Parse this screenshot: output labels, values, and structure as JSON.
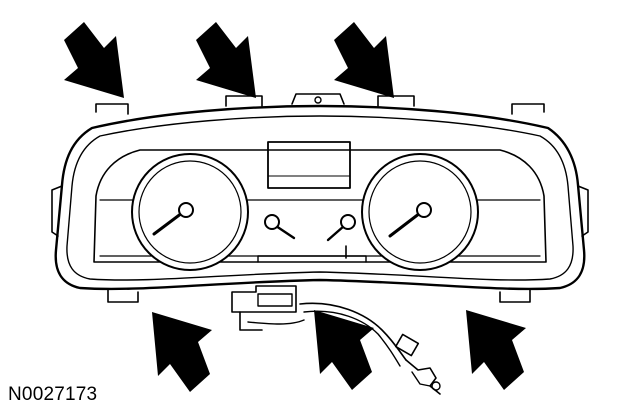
{
  "figure_id": "N0027173",
  "colors": {
    "ink": "#000000",
    "paper": "#ffffff"
  },
  "arrows": [
    {
      "name": "arrow-top-left",
      "direction": "down-right"
    },
    {
      "name": "arrow-top-center",
      "direction": "down-right"
    },
    {
      "name": "arrow-top-right",
      "direction": "down-right"
    },
    {
      "name": "arrow-bottom-left",
      "direction": "up-left"
    },
    {
      "name": "arrow-bottom-center",
      "direction": "up-left"
    },
    {
      "name": "arrow-bottom-right",
      "direction": "up-left"
    }
  ]
}
